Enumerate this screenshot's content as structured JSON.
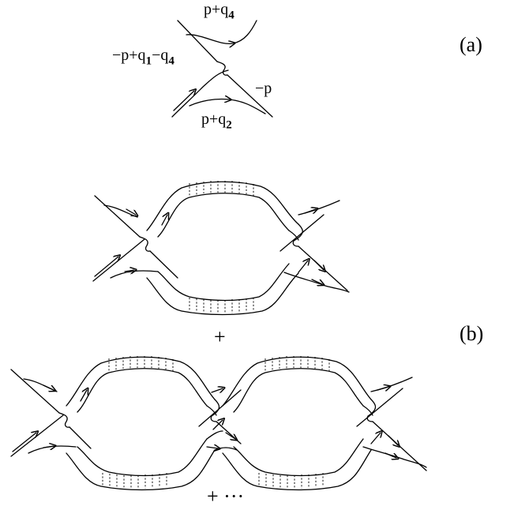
{
  "vertex_labels": {
    "top": {
      "text": "p+q",
      "sub": "4"
    },
    "left": {
      "t1": "−p+q",
      "s1": "1",
      "t2": "−q",
      "s2": "4"
    },
    "right": {
      "text": "−p"
    },
    "bottom": {
      "text": "p+q",
      "sub": "2"
    }
  },
  "panel_labels": {
    "a": "(a)",
    "b": "(b)"
  },
  "series": {
    "plus": "+",
    "plus_dots": "+ ···"
  }
}
